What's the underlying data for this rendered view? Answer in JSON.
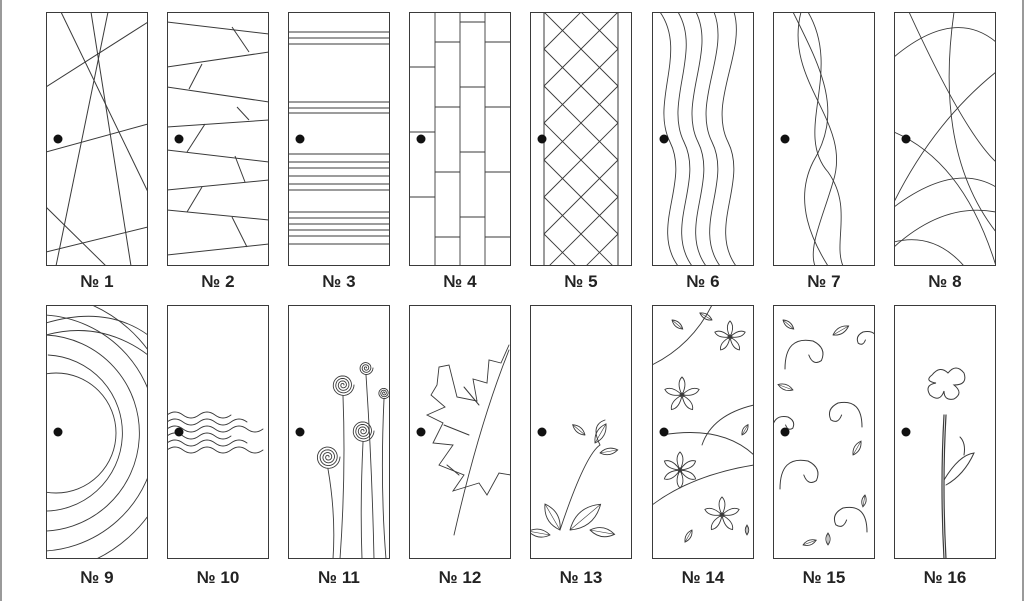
{
  "colors": {
    "line": "#3a3a3a",
    "handle": "#111111",
    "caption": "#222222",
    "frame": "#9a9a9a"
  },
  "panels": [
    {
      "label": "№ 1",
      "pattern": "crossing-lines"
    },
    {
      "label": "№ 2",
      "pattern": "broken-stripes"
    },
    {
      "label": "№ 3",
      "pattern": "horizontal-stripes"
    },
    {
      "label": "№ 4",
      "pattern": "brick-grid"
    },
    {
      "label": "№ 5",
      "pattern": "diamond-lattice"
    },
    {
      "label": "№ 6",
      "pattern": "vertical-waves"
    },
    {
      "label": "№ 7",
      "pattern": "twisted-strands"
    },
    {
      "label": "№ 8",
      "pattern": "sweeping-arcs"
    },
    {
      "label": "№ 9",
      "pattern": "concentric-crescents"
    },
    {
      "label": "№ 10",
      "pattern": "small-waves"
    },
    {
      "label": "№ 11",
      "pattern": "spiral-flowers"
    },
    {
      "label": "№ 12",
      "pattern": "oak-leaf"
    },
    {
      "label": "№ 13",
      "pattern": "leaf-sprig"
    },
    {
      "label": "№ 14",
      "pattern": "flowers-and-vines"
    },
    {
      "label": "№ 15",
      "pattern": "scroll-ornament"
    },
    {
      "label": "№ 16",
      "pattern": "single-flower"
    }
  ]
}
